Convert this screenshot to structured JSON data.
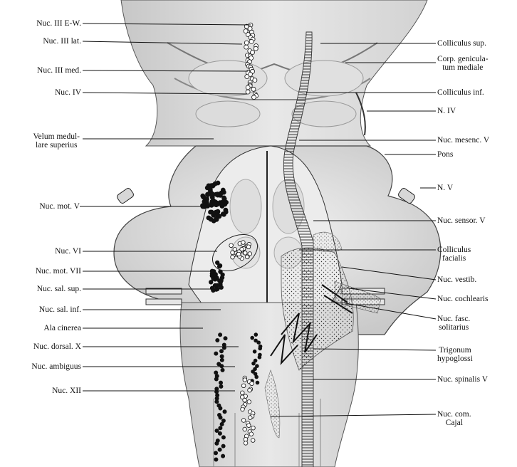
{
  "figure": {
    "left_labels": [
      {
        "id": "nuc-iii-ew",
        "text": "Nuc. III E-W."
      },
      {
        "id": "nuc-iii-lat",
        "text": "Nuc. III lat."
      },
      {
        "id": "nuc-iii-med",
        "text": "Nuc. III med."
      },
      {
        "id": "nuc-iv",
        "text": "Nuc. IV"
      },
      {
        "id": "velum",
        "text": "Velum medul-",
        "text2": "lare superius"
      },
      {
        "id": "nuc-mot-v",
        "text": "Nuc. mot. V"
      },
      {
        "id": "nuc-vi",
        "text": "Nuc. VI"
      },
      {
        "id": "nuc-mot-vii",
        "text": "Nuc. mot. VII"
      },
      {
        "id": "nuc-sal-sup",
        "text": "Nuc. sal. sup."
      },
      {
        "id": "nuc-sal-inf",
        "text": "Nuc. sal. inf."
      },
      {
        "id": "ala-cinerea",
        "text": "Ala cinerea"
      },
      {
        "id": "nuc-dorsal-x",
        "text": "Nuc. dorsal. X"
      },
      {
        "id": "nuc-ambiguus",
        "text": "Nuc. ambiguus"
      },
      {
        "id": "nuc-xii",
        "text": "Nuc. XII"
      }
    ],
    "right_labels": [
      {
        "id": "colliculus-sup",
        "text": "Colliculus sup."
      },
      {
        "id": "corp-geniculatum",
        "text": "Corp. genicula-",
        "text2": "tum mediale"
      },
      {
        "id": "colliculus-inf",
        "text": "Colliculus inf."
      },
      {
        "id": "n-iv",
        "text": "N. IV"
      },
      {
        "id": "nuc-mesenc-v",
        "text": "Nuc. mesenc. V"
      },
      {
        "id": "pons",
        "text": "Pons"
      },
      {
        "id": "n-v",
        "text": "N. V"
      },
      {
        "id": "nuc-sensor-v",
        "text": "Nuc. sensor. V"
      },
      {
        "id": "colliculus-facialis",
        "text": "Colliculus",
        "text2": "facialis"
      },
      {
        "id": "nuc-vestib",
        "text": "Nuc. vestib."
      },
      {
        "id": "nuc-cochlearis",
        "text": "Nuc. cochlearis"
      },
      {
        "id": "nuc-fasc-solitarius",
        "text": "Nuc. fasc.",
        "text2": "solitarius"
      },
      {
        "id": "trigonum-hypoglossi",
        "text": "Trigonum",
        "text2": "hypoglossi"
      },
      {
        "id": "nuc-spinalis-v",
        "text": "Nuc. spinalis V"
      },
      {
        "id": "nuc-com-cajal",
        "text": "Nuc. com.",
        "text2": "Cajal"
      }
    ]
  }
}
